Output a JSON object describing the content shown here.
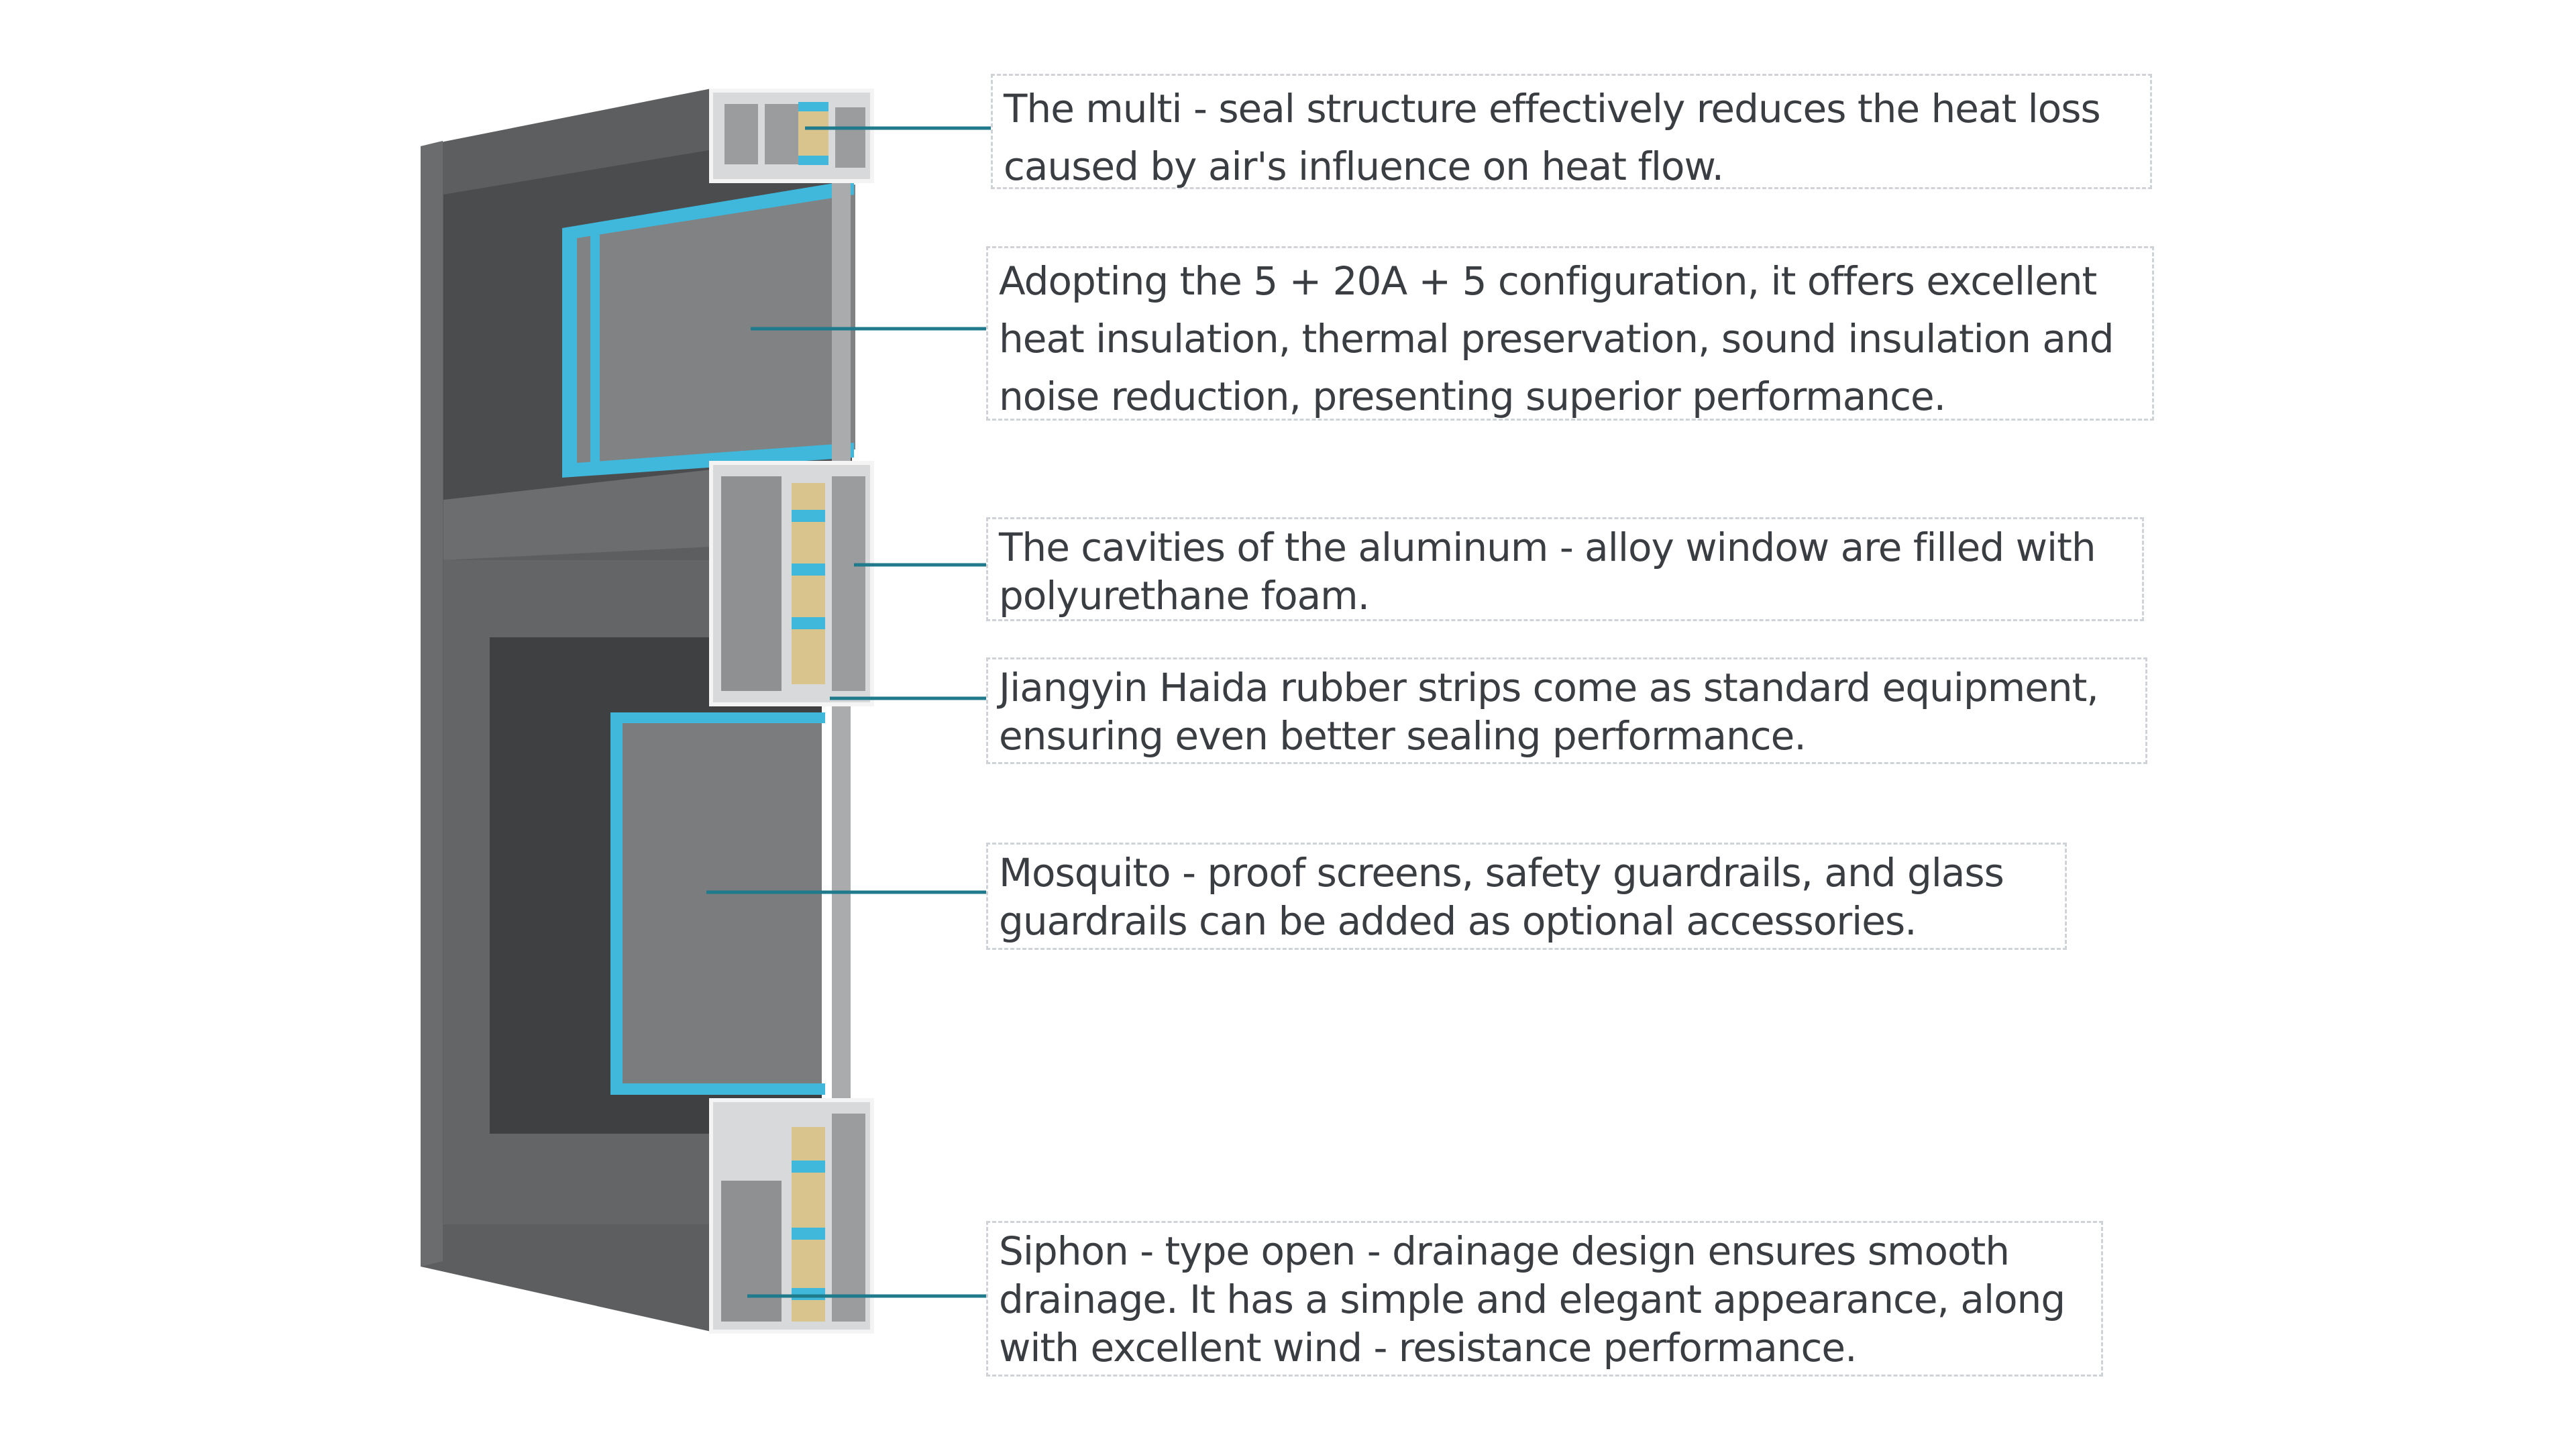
{
  "callouts": [
    {
      "id": "multi-seal",
      "text": "The multi - seal structure effectively reduces the heat loss caused by air's influence on heat flow."
    },
    {
      "id": "glass-config",
      "text": "Adopting the 5 + 20A + 5 configuration, it offers excellent heat insulation, thermal preservation, sound insulation and noise reduction, presenting superior performance."
    },
    {
      "id": "foam-cavities",
      "text": "The cavities of the aluminum - alloy window are filled with polyurethane foam."
    },
    {
      "id": "rubber-strips",
      "text": "Jiangyin Haida rubber strips come as standard equipment, ensuring even better sealing performance."
    },
    {
      "id": "accessories",
      "text": "Mosquito - proof screens, safety guardrails, and glass guardrails can be added as optional accessories."
    },
    {
      "id": "drainage",
      "text": "Siphon - type open - drainage design ensures smooth drainage. It has a simple and elegant appearance, along with excellent wind - resistance performance."
    }
  ],
  "colors": {
    "leader": "#1f7a8c",
    "frame": "#5f6163",
    "accent_blue": "#3fb8dc",
    "foam": "#d9c48e",
    "profile": "#d8d9da"
  }
}
